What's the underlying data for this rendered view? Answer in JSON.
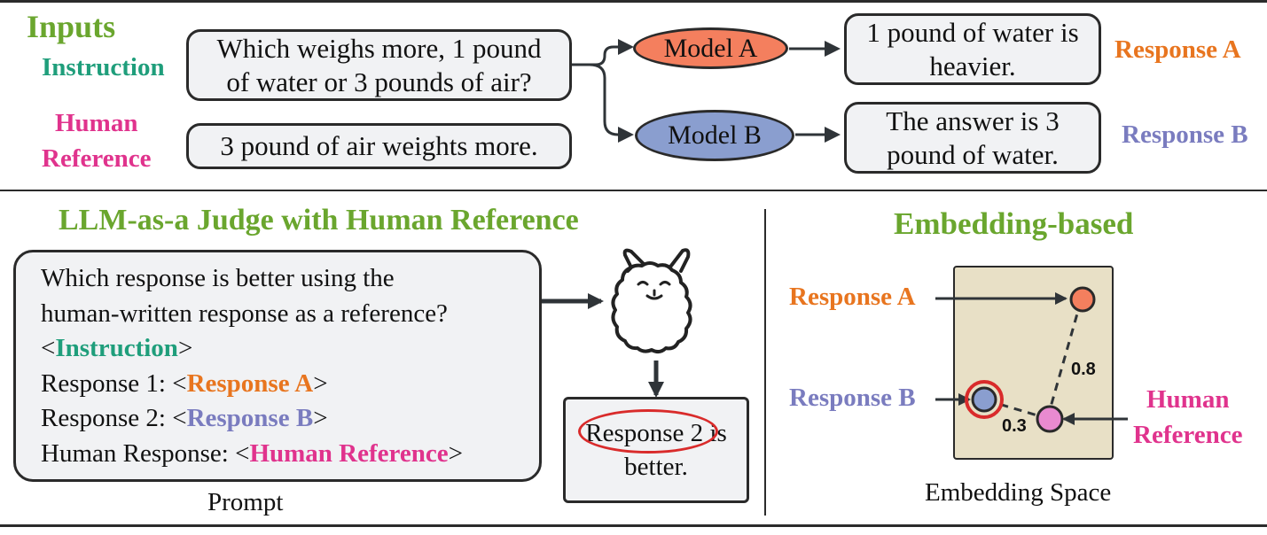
{
  "inputs": {
    "title": "Inputs",
    "instruction_label": "Instruction",
    "human_reference_label_1": "Human",
    "human_reference_label_2": "Reference",
    "instruction_line_1": "Which weighs more, 1 pound",
    "instruction_line_2": "of water or 3 pounds of air?",
    "reference_text": "3 pound of air weights more.",
    "model_a": "Model A",
    "model_b": "Model B",
    "response_a_line_1": "1 pound of water is",
    "response_a_line_2": "heavier.",
    "response_b_line_1": "The answer is 3",
    "response_b_line_2": "pound of water.",
    "response_a_label": "Response A",
    "response_b_label": "Response B"
  },
  "judge": {
    "title": "LLM-as-a Judge with Human Reference",
    "prompt_line_1": "Which response is better using the",
    "prompt_line_2": "human-written response as a reference?",
    "lt": "<",
    "gt": ">",
    "instruction_tag": "Instruction",
    "response_1_prefix": "Response 1: <",
    "response_a_tag": "Response A",
    "response_2_prefix": "Response 2: <",
    "response_b_tag": "Response B",
    "human_prefix": "Human Response: <",
    "human_tag": "Human Reference",
    "prompt_caption": "Prompt",
    "verdict_highlight": "Response 2",
    "verdict_rest": " is",
    "verdict_line_2": "better."
  },
  "embedding": {
    "title": "Embedding-based",
    "response_a_label": "Response A",
    "response_b_label": "Response B",
    "human_label_1": "Human",
    "human_label_2": "Reference",
    "distance_a": "0.8",
    "distance_b": "0.3",
    "caption": "Embedding Space"
  },
  "colors": {
    "green": "#6aa62e",
    "teal": "#1f9e7b",
    "pink": "#e0338d",
    "orange": "#e8751f",
    "purple": "#7a7cbf",
    "model_a_fill": "#f47f5e",
    "model_b_fill": "#8a9ecf",
    "panel_fill": "#e8e0c6",
    "highlight_red": "#d92b2b"
  }
}
